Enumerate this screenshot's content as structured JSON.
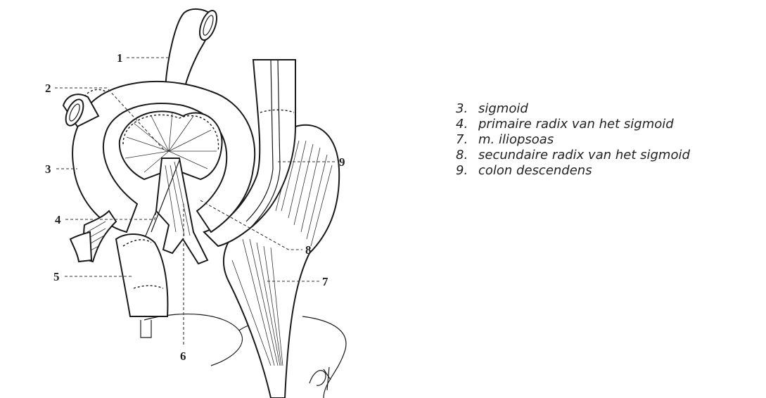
{
  "figure": {
    "callouts": [
      "1",
      "2",
      "3",
      "4",
      "5",
      "6",
      "7",
      "8",
      "9"
    ]
  },
  "legend": {
    "items": [
      {
        "num": "3.",
        "text": "sigmoid"
      },
      {
        "num": "4.",
        "text": "primaire radix van het sigmoid"
      },
      {
        "num": "7.",
        "text": "m. iliopsoas"
      },
      {
        "num": "8.",
        "text": "secundaire radix van het sigmoid"
      },
      {
        "num": "9.",
        "text": "colon descendens"
      }
    ]
  }
}
